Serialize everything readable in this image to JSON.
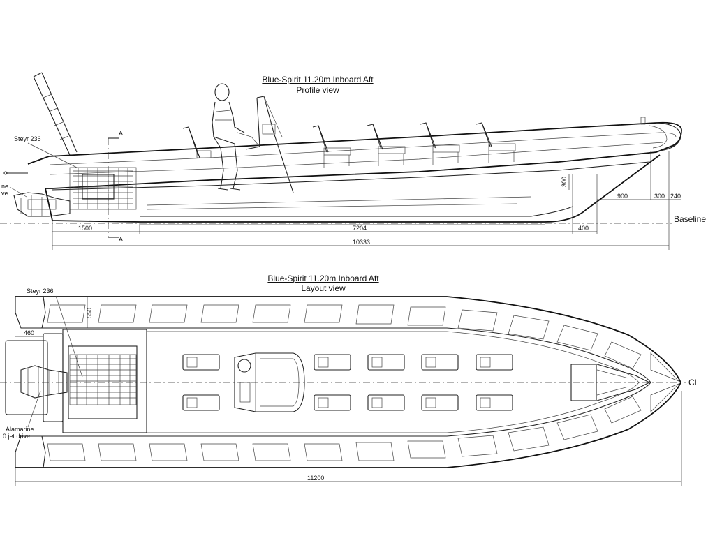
{
  "profile": {
    "title": "Blue-Spirit 11.20m Inboard Aft",
    "subtitle": "Profile view",
    "engine_label": "Steyr 236",
    "section_marker": "A",
    "baseline_label": "Baseline",
    "left_label_top": "ne",
    "left_label_bottom": "ve",
    "dims": {
      "d1500": "1500",
      "d7204": "7204",
      "d400": "400",
      "d10333": "10333",
      "d300v": "300",
      "d900": "900",
      "d300h": "300",
      "d240": "240"
    }
  },
  "layout": {
    "title": "Blue-Spirit 11.20m Inboard Aft",
    "subtitle": "Layout view",
    "engine_label": "Steyr 236",
    "jet_label_1": "Alamarine",
    "jet_label_2": "0 jet drive",
    "centerline_label": "CL",
    "dims": {
      "d550": "550",
      "d460": "460",
      "d11200": "11200"
    }
  }
}
